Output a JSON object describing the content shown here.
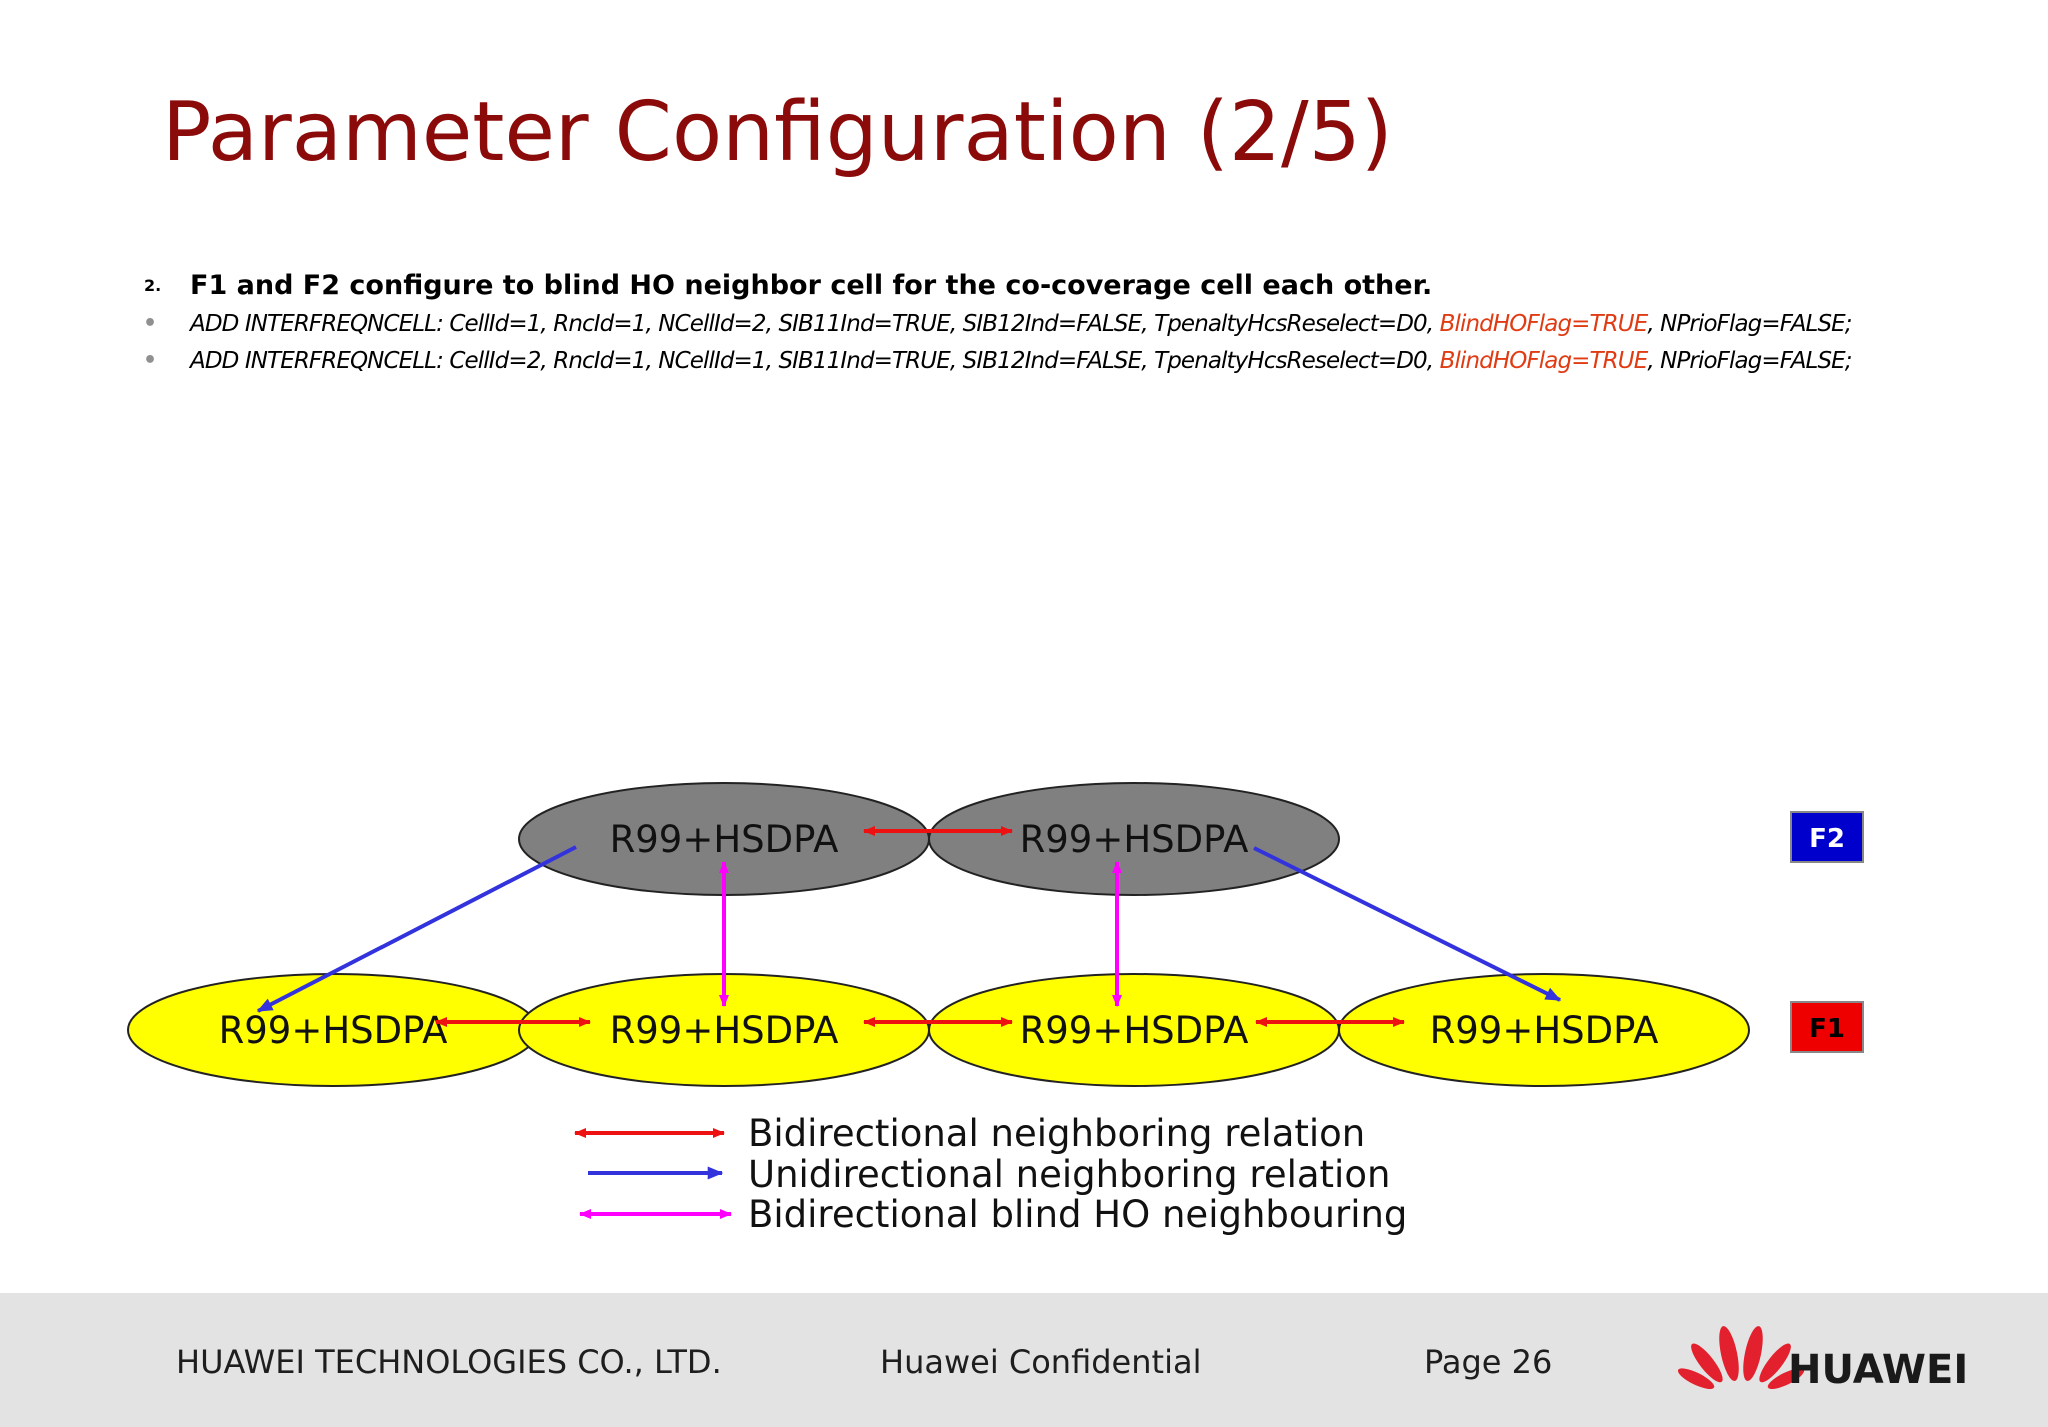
{
  "slide": {
    "title": "Parameter Configuration (2/5)"
  },
  "content": {
    "heading_number": "2.",
    "heading": "F1 and F2 configure to blind HO neighbor cell for the co-coverage cell each other.",
    "bullet_symbol": "•",
    "commands": [
      {
        "before": "ADD INTERFREQNCELL: CellId=1, RncId=1, NCellId=2, SIB11Ind=TRUE, SIB12Ind=FALSE, TpenaltyHcsReselect=D0, ",
        "highlight": "BlindHOFlag=TRUE",
        "after": ", NPrioFlag=FALSE;"
      },
      {
        "before": "ADD INTERFREQNCELL: CellId=2, RncId=1, NCellId=1, SIB11Ind=TRUE, SIB12Ind=FALSE, TpenaltyHcsReselect=D0, ",
        "highlight": "BlindHOFlag=TRUE",
        "after": ", NPrioFlag=FALSE;"
      }
    ],
    "highlight_color": "#e03c14"
  },
  "diagram": {
    "cell_label": "R99+HSDPA",
    "f2_cells": [
      "R99+HSDPA",
      "R99+HSDPA"
    ],
    "f1_cells": [
      "R99+HSDPA",
      "R99+HSDPA",
      "R99+HSDPA",
      "R99+HSDPA"
    ],
    "layers": [
      {
        "label": "F2",
        "color": "#0000cc"
      },
      {
        "label": "F1",
        "color": "#ee0000"
      }
    ],
    "f2_cell_color": "#808080",
    "f1_cell_color": "#ffff00",
    "legend": [
      {
        "label": "Bidirectional neighboring relation",
        "color": "#ee1111",
        "style": "double-arrow"
      },
      {
        "label": "Unidirectional neighboring relation",
        "color": "#3333dd",
        "style": "single-arrow"
      },
      {
        "label": "Bidirectional blind HO neighbouring",
        "color": "#ff00ff",
        "style": "double-arrow"
      }
    ]
  },
  "footer": {
    "company": "HUAWEI TECHNOLOGIES CO., LTD.",
    "confidential": "Huawei Confidential",
    "page": "Page 26",
    "logo_text": "HUAWEI",
    "logo_color": "#e3202d"
  }
}
